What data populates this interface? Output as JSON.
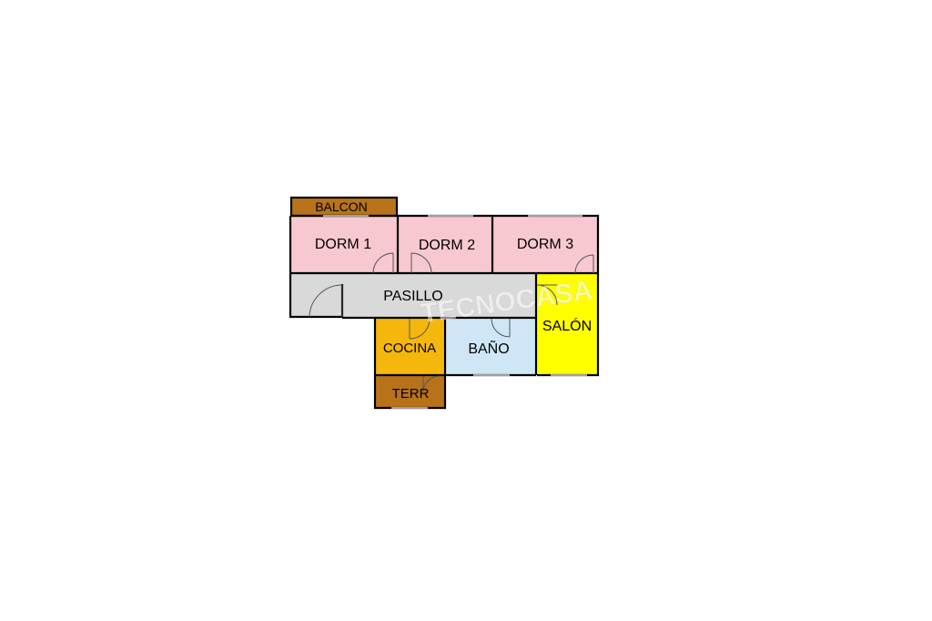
{
  "rooms": {
    "balcon": {
      "label": "BALCON",
      "color": "#b8731a"
    },
    "dorm1": {
      "label": "DORM 1",
      "color": "#f7c8d0"
    },
    "dorm2": {
      "label": "DORM 2",
      "color": "#f7c8d0"
    },
    "dorm3": {
      "label": "DORM 3",
      "color": "#f7c8d0"
    },
    "pasillo": {
      "label": "PASILLO",
      "color": "#d9d9d9"
    },
    "salon": {
      "label": "SALÓN",
      "color": "#ffff00"
    },
    "cocina": {
      "label": "COCINA",
      "color": "#f5b70b"
    },
    "bano": {
      "label": "BAÑO",
      "color": "#cfe6f7"
    },
    "terr": {
      "label": "TERR",
      "color": "#b8731a"
    }
  },
  "watermark": {
    "text": "TECNOCASA"
  },
  "colors": {
    "wall": "#000000",
    "door": "#555555",
    "background": "#ffffff"
  }
}
